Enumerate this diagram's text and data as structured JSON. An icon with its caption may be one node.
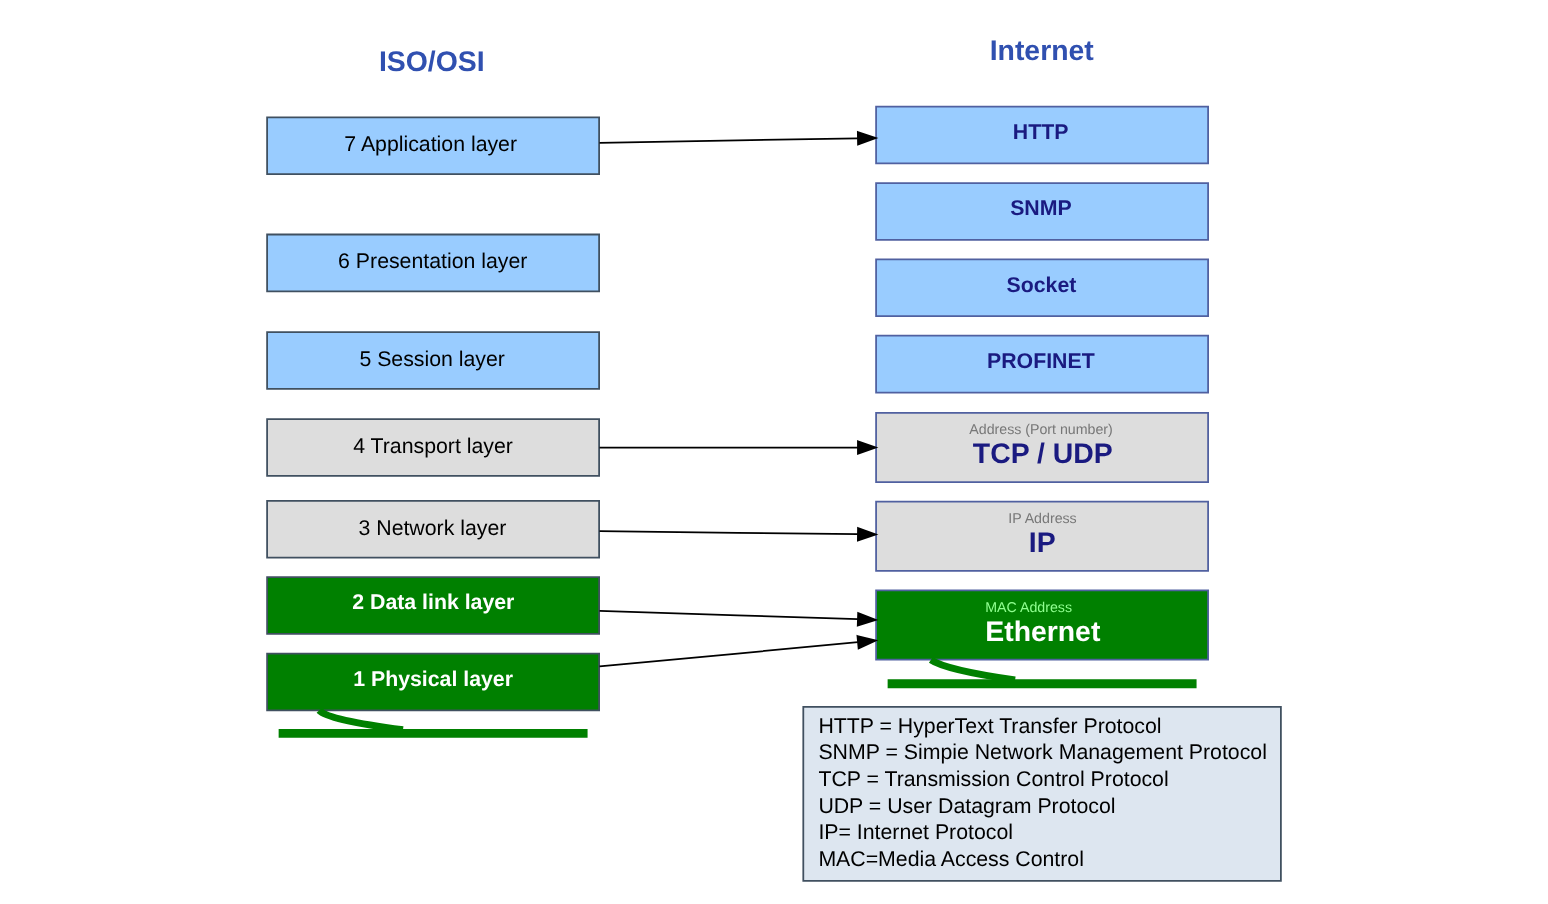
{
  "diagram": {
    "nodes": [
      {
        "text": [
          "7 Application layer"
        ]
      },
      {
        "text": [
          "6 Presentation layer"
        ]
      },
      {
        "text": [
          "5 Session layer"
        ]
      },
      {
        "text": [
          "4 Transport layer"
        ]
      },
      {
        "text": [
          "3 Network layer"
        ]
      },
      {
        "text": [
          "2 Data link layer"
        ]
      },
      {
        "text": [
          "1 Physical layer"
        ]
      },
      {
        "text": [
          "HTTP"
        ]
      },
      {
        "text": [
          "SNMP"
        ]
      },
      {
        "text": [
          "Socket"
        ]
      },
      {
        "text": [
          "PROFINET"
        ]
      },
      {
        "text": [
          "Address (Port number)",
          "TCP / UDP"
        ]
      },
      {
        "text": [
          "IP Address",
          "IP"
        ]
      },
      {
        "text": [
          "MAC Address",
          "Ethernet"
        ]
      },
      {
        "text": [],
        "shape": "bar"
      },
      {
        "text": [],
        "shape": "bar"
      },
      {
        "text": [
          "HTTP = HyperText Transfer Protocol",
          "SNMP = Simpie Network Management Protocol",
          "TCP = Transmission Control Protocol",
          "UDP = User Datagram Protocol",
          "IP= Internet Protocol",
          "MAC=Media Access Control"
        ]
      }
    ],
    "edges": [
      {
        "from": 0,
        "to": 7,
        "arrow": "to"
      },
      {
        "from": 3,
        "to": 11,
        "arrow": "to"
      },
      {
        "from": 4,
        "to": 12,
        "arrow": "to"
      },
      {
        "from": 5,
        "to": 13,
        "arrow": "to"
      },
      {
        "from": 6,
        "to": 13,
        "arrow": "to"
      },
      {
        "from": 6,
        "to": 14,
        "arrow": "none",
        "style": "thick",
        "color": "#008000"
      },
      {
        "from": 13,
        "to": 15,
        "arrow": "none",
        "style": "thick",
        "color": "#008000"
      }
    ],
    "labels": [
      "ISO/OSI",
      "Internet"
    ]
  }
}
